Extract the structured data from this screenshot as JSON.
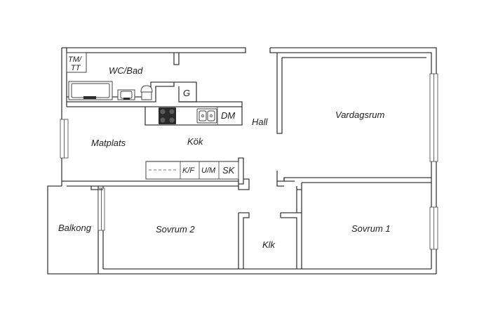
{
  "rooms": {
    "wc_bad": "WC/Bad",
    "matplats": "Matplats",
    "kok": "Kök",
    "hall": "Hall",
    "vardagsrum": "Vardagsrum",
    "balkong": "Balkong",
    "sovrum2": "Sovrum 2",
    "klk": "Klk",
    "sovrum1": "Sovrum 1"
  },
  "fixtures": {
    "tm_tt_line1": "TM/",
    "tm_tt_line2": "TT",
    "g": "G",
    "dm": "DM",
    "kf": "K/F",
    "um": "U/M",
    "sk": "SK"
  },
  "colors": {
    "wall_stroke": "#3a3a3a",
    "background": "#ffffff",
    "stove": "#2b2b2b"
  }
}
